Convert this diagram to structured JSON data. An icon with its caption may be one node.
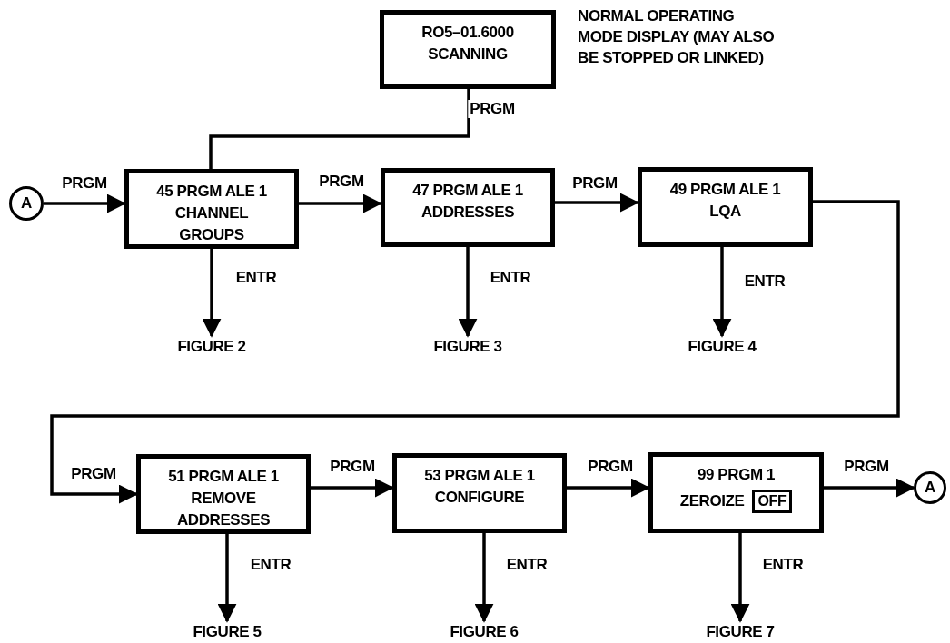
{
  "diagram": {
    "nodes": [
      {
        "text": [
          "RO5–01.6000 SCANNING"
        ],
        "beside": [
          "NORMAL OPERATING MODE DISPLAY (MAY ALSO BE STOPPED OR LINKED)"
        ]
      },
      {
        "text": [
          "A"
        ]
      },
      {
        "text": [
          "45 PRGM ALE 1 CHANNEL GROUPS"
        ]
      },
      {
        "text": [
          "47 PRGM ALE 1 ADDRESSES"
        ]
      },
      {
        "text": [
          "49 PRGM ALE 1 LQA"
        ]
      },
      {
        "text": [
          "FIGURE 2"
        ]
      },
      {
        "text": [
          "FIGURE 3"
        ]
      },
      {
        "text": [
          "FIGURE 4"
        ]
      },
      {
        "text": [
          "51 PRGM ALE 1 REMOVE ADDRESSES"
        ]
      },
      {
        "text": [
          "53 PRGM ALE 1 CONFIGURE"
        ]
      },
      {
        "text": [
          "99 PRGM 1",
          "ZEROIZE"
        ]
      },
      {
        "text": [
          "OFF"
        ],
        "in": 10
      },
      {
        "text": [
          "A"
        ]
      },
      {
        "text": [
          "FIGURE 5"
        ]
      },
      {
        "text": [
          "FIGURE 6"
        ]
      },
      {
        "text": [
          "FIGURE 7"
        ]
      }
    ],
    "edges": [
      {
        "from": 0,
        "to": 2,
        "arrow": "none",
        "label": "PRGM"
      },
      {
        "from": 1,
        "to": 2,
        "arrow": "to",
        "label": "PRGM"
      },
      {
        "from": 2,
        "to": 3,
        "arrow": "to",
        "label": "PRGM"
      },
      {
        "from": 3,
        "to": 4,
        "arrow": "to",
        "label": "PRGM"
      },
      {
        "from": 4,
        "to": 8,
        "arrow": "to",
        "label": "PRGM"
      },
      {
        "from": 8,
        "to": 9,
        "arrow": "to",
        "label": "PRGM"
      },
      {
        "from": 9,
        "to": 10,
        "arrow": "to",
        "label": "PRGM"
      },
      {
        "from": 10,
        "to": 12,
        "arrow": "to",
        "label": "PRGM"
      },
      {
        "from": 2,
        "to": 5,
        "arrow": "to",
        "label": "ENTR"
      },
      {
        "from": 3,
        "to": 6,
        "arrow": "to",
        "label": "ENTR"
      },
      {
        "from": 4,
        "to": 7,
        "arrow": "to",
        "label": "ENTR"
      },
      {
        "from": 8,
        "to": 13,
        "arrow": "to",
        "label": "ENTR"
      },
      {
        "from": 9,
        "to": 14,
        "arrow": "to",
        "label": "ENTR"
      },
      {
        "from": 10,
        "to": 15,
        "arrow": "to",
        "label": "ENTR"
      }
    ]
  }
}
